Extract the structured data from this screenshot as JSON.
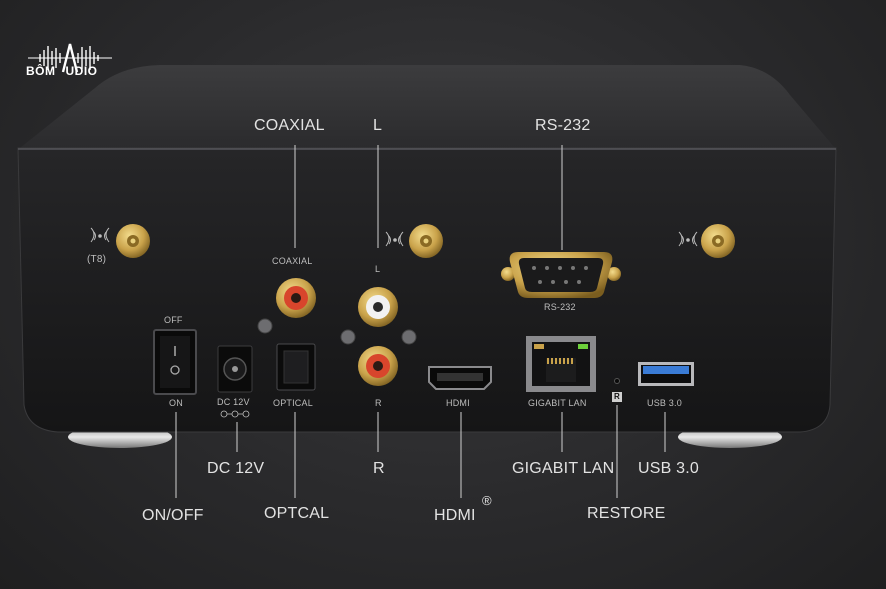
{
  "logo": {
    "text_left": "BÔM",
    "text_right": "UDIO"
  },
  "silkscreen": {
    "t8": "(T8)",
    "coaxial": "COAXIAL",
    "l": "L",
    "r": "R",
    "off": "OFF",
    "on": "ON",
    "dc12v": "DC 12V",
    "optical": "OPTICAL",
    "hdmi": "HDMI",
    "gigabit_lan": "GIGABIT LAN",
    "usb30": "USB 3.0",
    "rs232": "RS-232",
    "restore_mark": "R"
  },
  "callouts": {
    "coaxial": "COAXIAL",
    "l": "L",
    "rs232": "RS-232",
    "dc12v": "DC 12V",
    "r": "R",
    "gigabit_lan": "GIGABIT LAN",
    "usb30": "USB 3.0",
    "on_off": "ON/OFF",
    "optcal": "OPTCAL",
    "hdmi": "HDMI",
    "hdmi_reg": "®",
    "restore": "RESTORE"
  },
  "colors": {
    "chassis": "#1c1c1d",
    "gold": "#c9a24a",
    "rca_red": "#d8452c",
    "usb_blue": "#3a7bd5",
    "led_green": "#6ccf3a"
  }
}
